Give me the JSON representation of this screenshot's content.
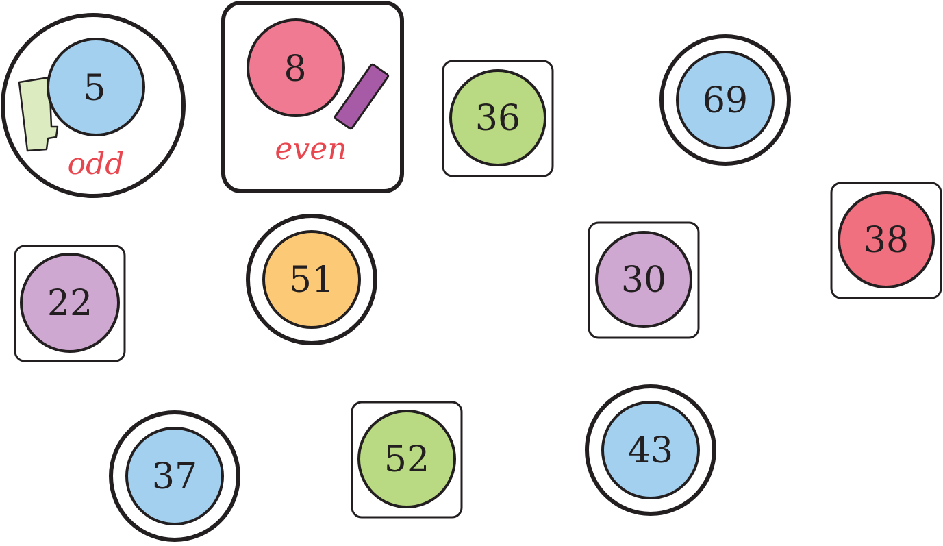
{
  "legend": {
    "odd": {
      "number": "5",
      "label": "odd",
      "circle_color": "#a3d0ee",
      "shape": "circle"
    },
    "even": {
      "number": "8",
      "label": "even",
      "circle_color": "#f07a92",
      "shape": "square"
    },
    "label_color": "#e8474f"
  },
  "items": [
    {
      "number": "36",
      "shape": "square",
      "color": "#b9da82"
    },
    {
      "number": "69",
      "shape": "circle",
      "color": "#a3d0ee"
    },
    {
      "number": "38",
      "shape": "square",
      "color": "#f07080"
    },
    {
      "number": "22",
      "shape": "square",
      "color": "#cfa8d2"
    },
    {
      "number": "51",
      "shape": "circle",
      "color": "#fcca76"
    },
    {
      "number": "30",
      "shape": "square",
      "color": "#cfa8d2"
    },
    {
      "number": "37",
      "shape": "circle",
      "color": "#a3d0ee"
    },
    {
      "number": "52",
      "shape": "square",
      "color": "#b9da82"
    },
    {
      "number": "43",
      "shape": "circle",
      "color": "#a3d0ee"
    }
  ]
}
